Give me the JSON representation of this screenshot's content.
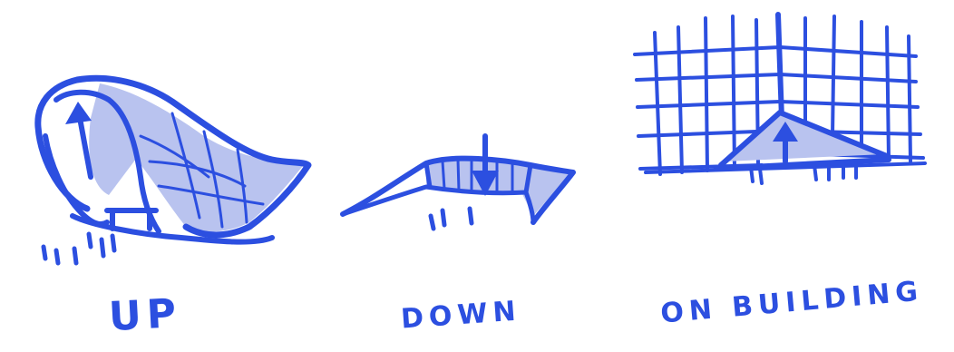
{
  "colors": {
    "ink": "#2c4fe0",
    "fill": "#b9c3ef",
    "background": "#ffffff"
  },
  "panels": [
    {
      "label": "UP",
      "shape": "canopy-sweeping-up",
      "arrow": "arrow-up"
    },
    {
      "label": "DOWN",
      "shape": "canopy-folded-down",
      "arrow": "arrow-down"
    },
    {
      "label": "ON BUILDING",
      "shape": "canopy-on-building-grid",
      "arrow": "arrow-up"
    }
  ]
}
